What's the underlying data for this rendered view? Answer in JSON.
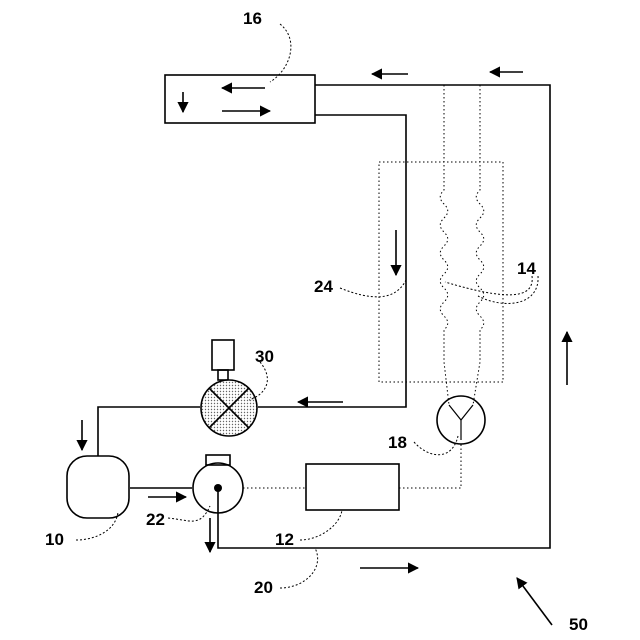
{
  "labels": {
    "compressor": "10",
    "condenser": "12",
    "heater_wires": "14",
    "header_tank": "16",
    "junction": "18",
    "outlet_pipe": "20",
    "pump": "22",
    "return_pipe": "24",
    "valve": "30",
    "system": "50"
  }
}
